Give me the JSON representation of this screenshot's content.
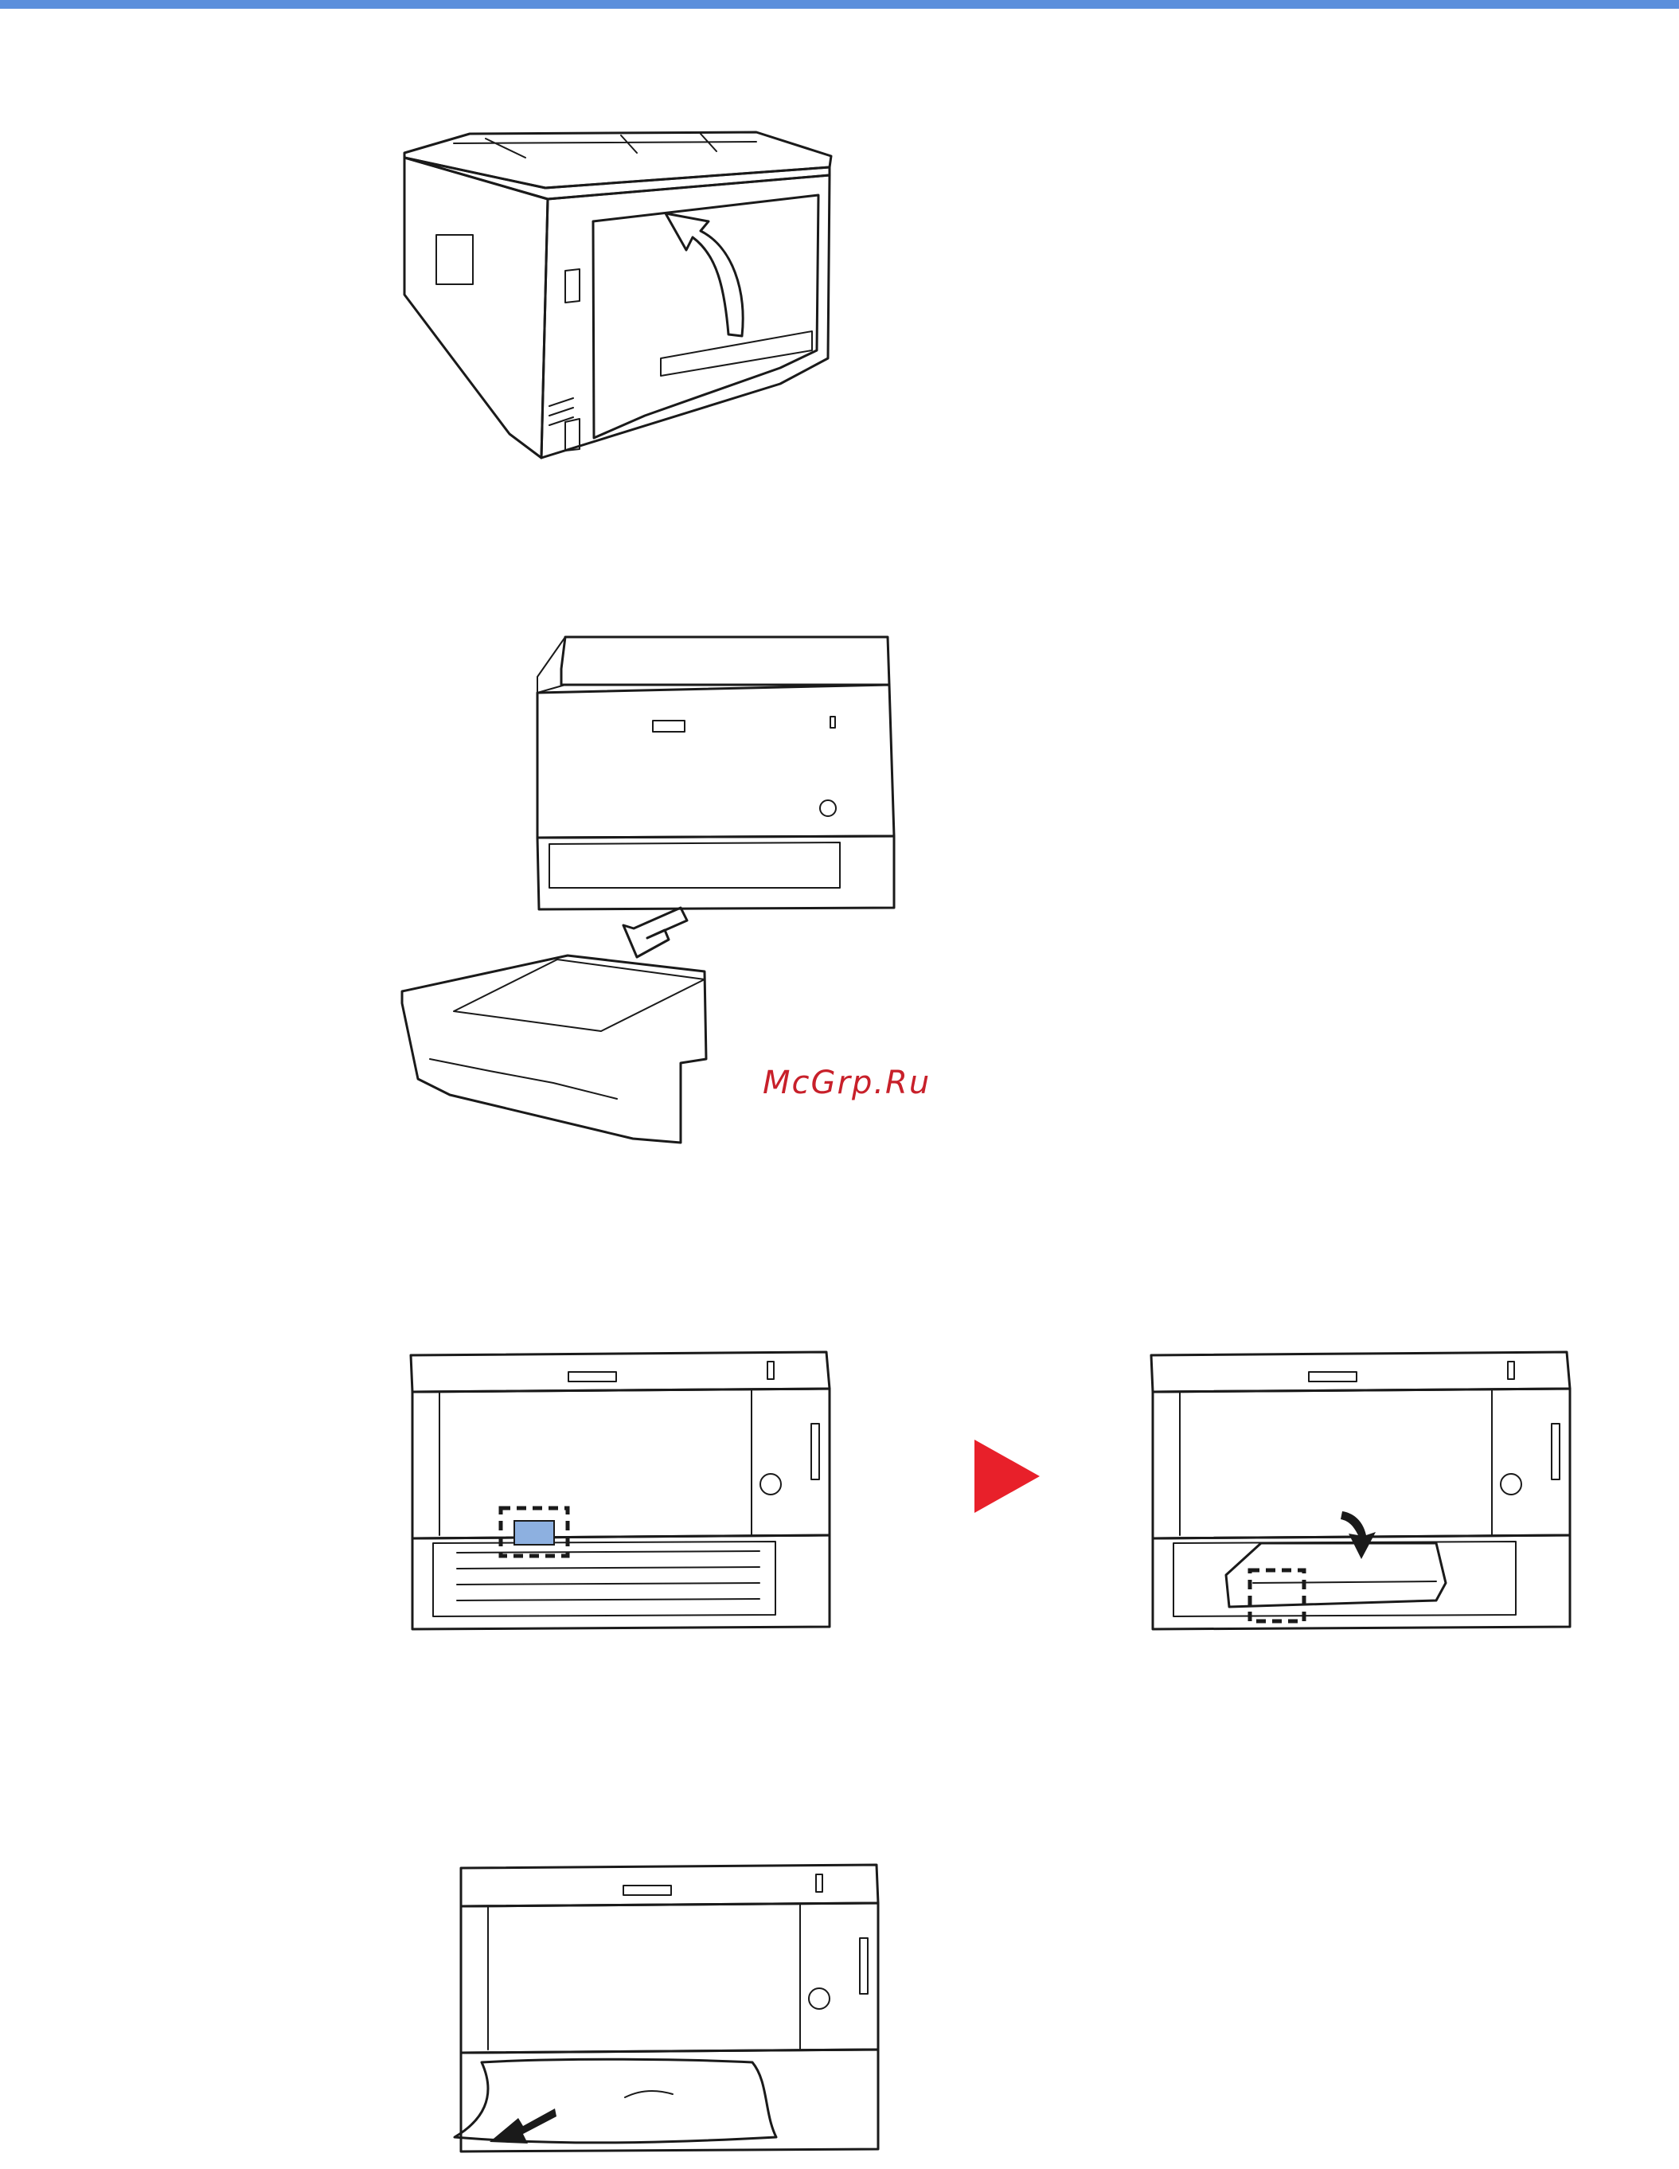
{
  "page": {
    "accent_color": "#5b8fdc",
    "part_highlight_color": "#8db0e0",
    "arrow_color": "#e8202a"
  },
  "watermark": {
    "text": "McGrp.Ru",
    "color": "#c8202a"
  },
  "figures": [
    {
      "id": "rear-cover-open",
      "icons": [
        "curved-up-arrow-icon"
      ]
    },
    {
      "id": "cassette-removal",
      "icons": [
        "pull-out-arrow-icon"
      ]
    },
    {
      "id": "feed-guide-before",
      "icons": [
        "dashed-highlight-icon"
      ]
    },
    {
      "id": "feed-guide-after",
      "icons": [
        "down-arrow-icon",
        "dashed-highlight-icon"
      ]
    },
    {
      "id": "remove-jammed-paper",
      "icons": [
        "pull-out-arrow-icon"
      ]
    }
  ],
  "step_separator_icon": "play-triangle-icon"
}
